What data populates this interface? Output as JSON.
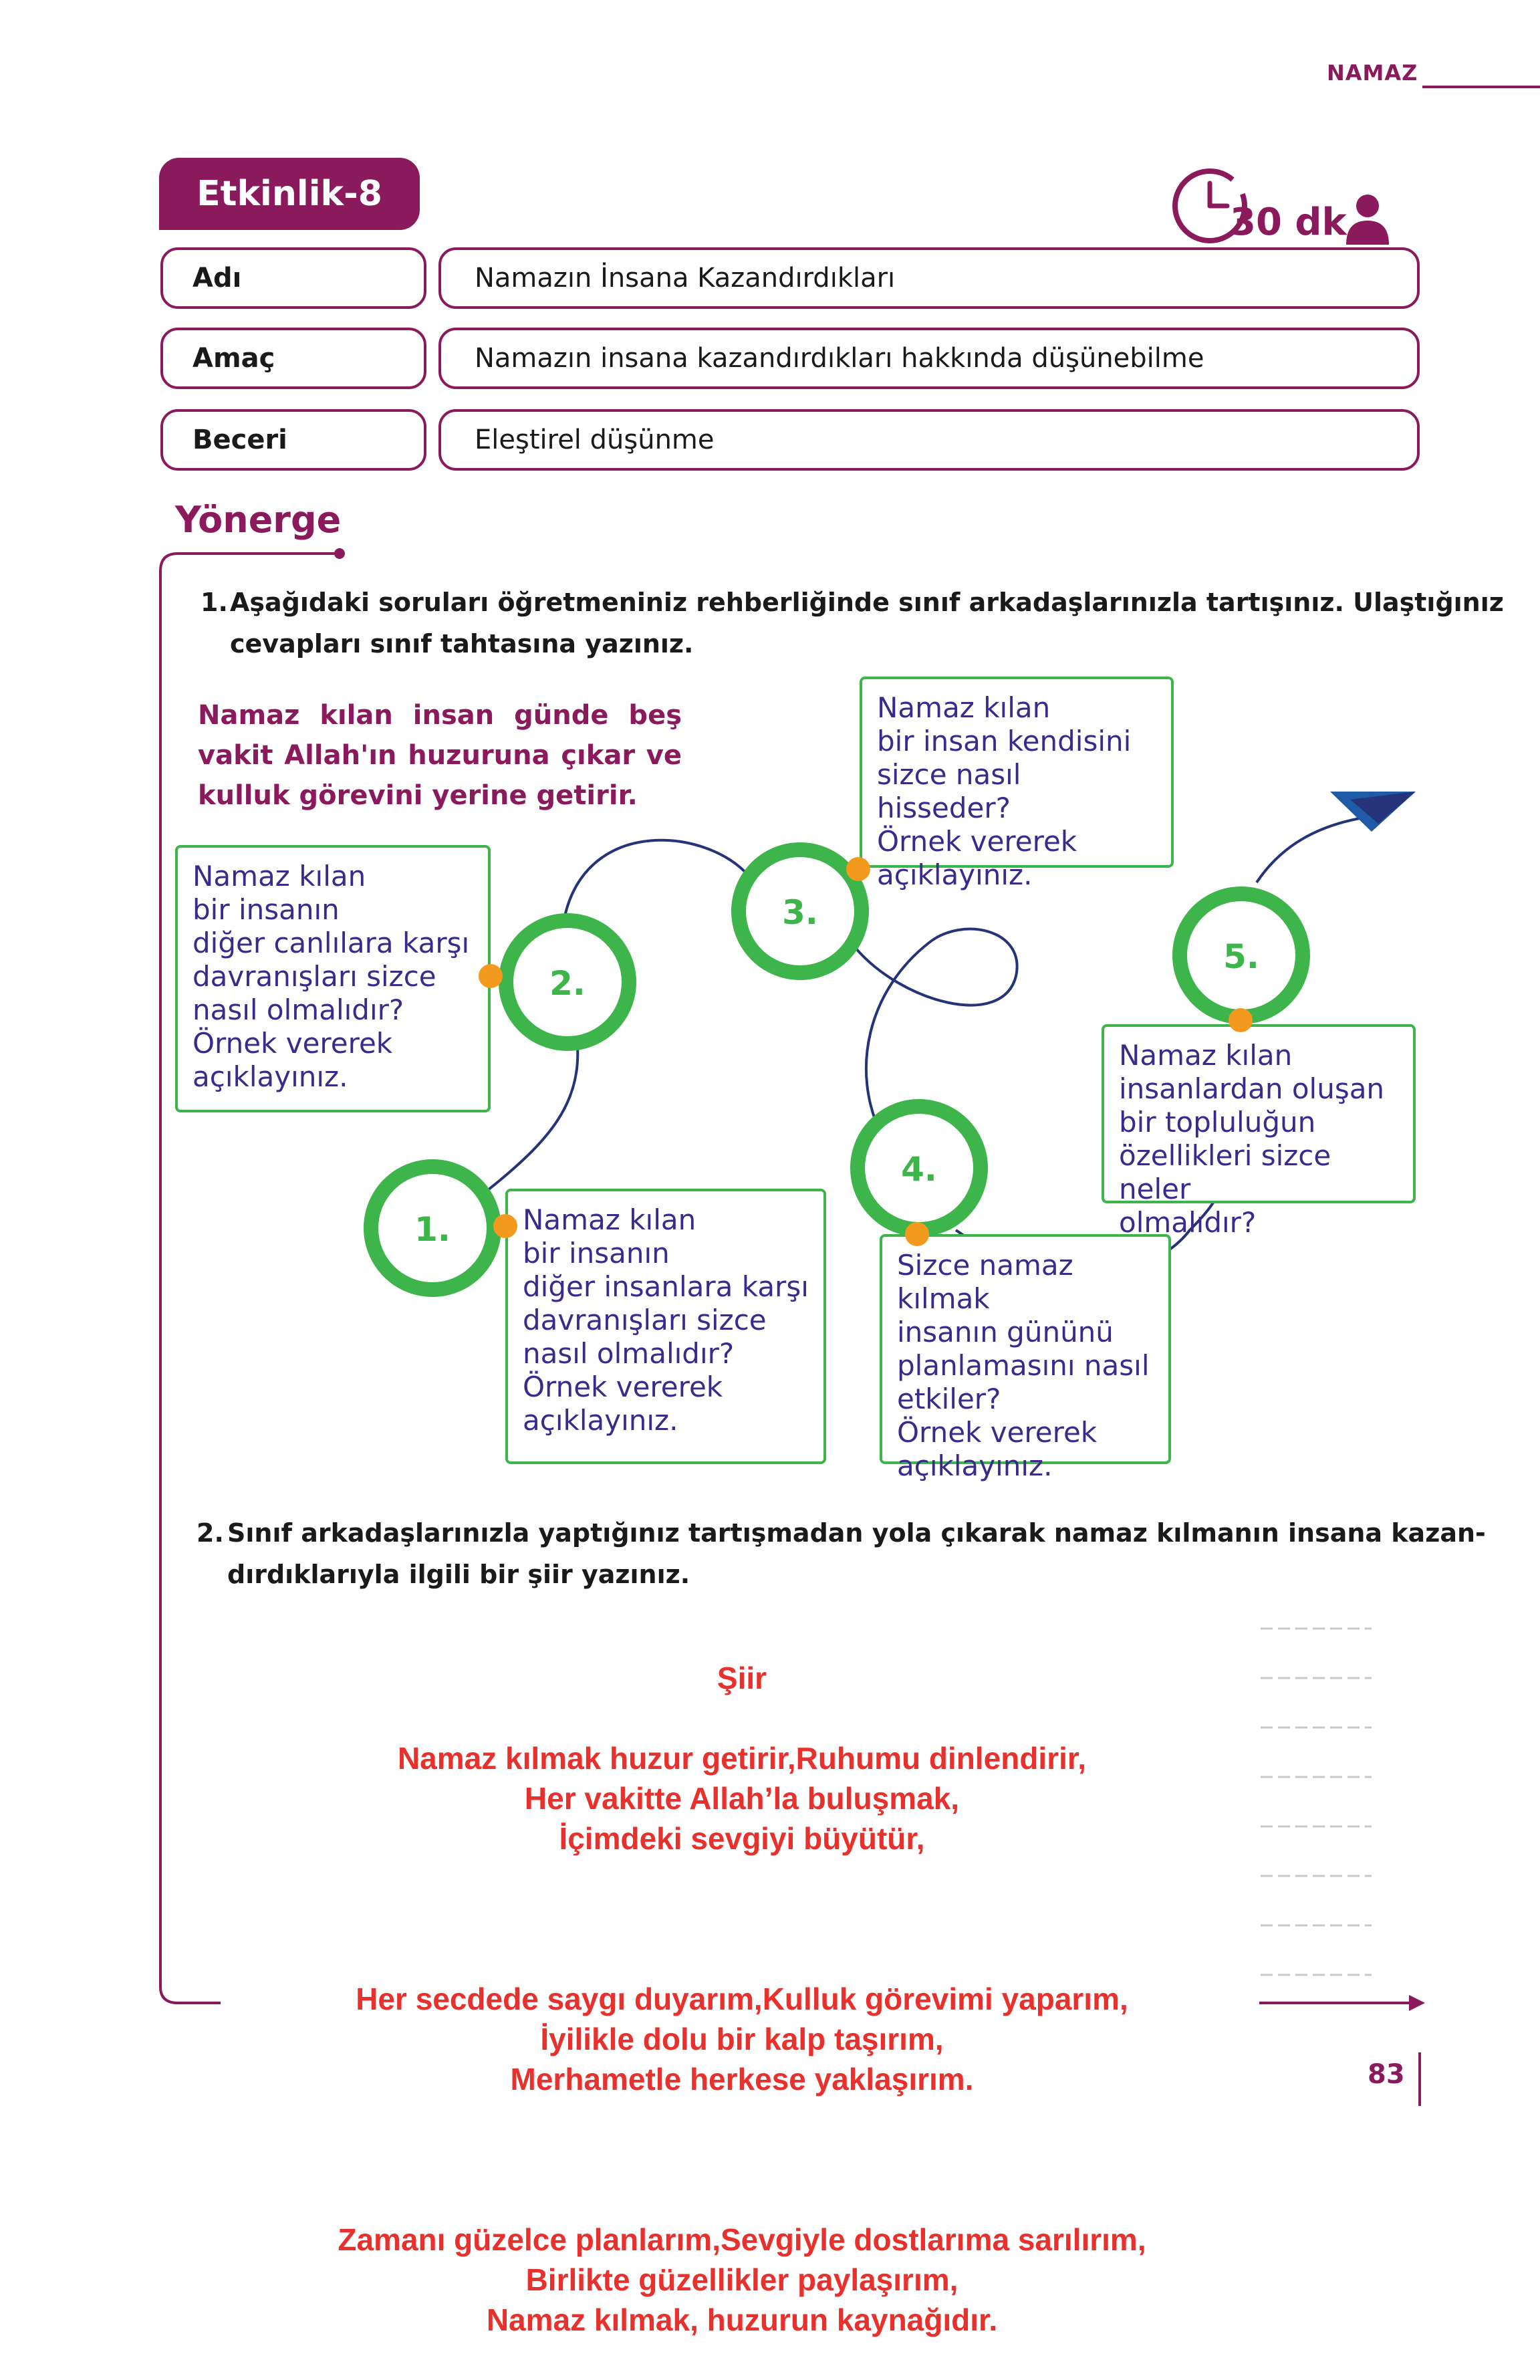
{
  "header": {
    "section": "NAMAZ"
  },
  "activity": {
    "title": "Etkinlik-8",
    "duration": "30 dk.",
    "rows": [
      {
        "label": "Adı",
        "value": "Namazın İnsana Kazandırdıkları"
      },
      {
        "label": "Amaç",
        "value": "Namazın insana kazandırdıkları hakkında düşünebilme"
      },
      {
        "label": "Beceri",
        "value": "Eleştirel düşünme"
      }
    ]
  },
  "instructions": {
    "heading": "Yönerge",
    "task1_num": "1.",
    "task1_line1": "Aşağıdaki soruları öğretmeniniz rehberliğinde sınıf arkadaşlarınızla tartışınız. Ulaştığınız",
    "task1_line2": "cevapları sınıf tahtasına yazınız.",
    "task2_num": "2.",
    "task2_line1": "Sınıf arkadaşlarınızla yaptığınız tartışmadan yola çıkarak namaz kılmanın insana kazan-",
    "task2_line2": "dırdıklarıyla ilgili bir şiir yazınız."
  },
  "diagram": {
    "intro": "Namaz kılan insan günde beş vakit Allah'ın huzuruna çıkar ve kulluk görevini yerine getirir.",
    "steps": [
      {
        "num": "1.",
        "text": "Namaz kılan\nbir insanın\ndiğer insanlara karşı\ndavranışları sizce\nnasıl olmalıdır?\nÖrnek vererek\naçıklayınız."
      },
      {
        "num": "2.",
        "text": "Namaz kılan\nbir insanın\ndiğer canlılara karşı\ndavranışları sizce\nnasıl olmalıdır?\nÖrnek vererek\naçıklayınız."
      },
      {
        "num": "3.",
        "text": "Namaz kılan\nbir insan kendisini\nsizce nasıl hisseder?\nÖrnek vererek\naçıklayınız."
      },
      {
        "num": "4.",
        "text": "Sizce namaz kılmak\ninsanın gününü\nplanlamasını nasıl\netkiler?\nÖrnek vererek\naçıklayınız."
      },
      {
        "num": "5.",
        "text": "Namaz kılan\ninsanlardan oluşan\nbir topluluğun\nözellikleri sizce neler\nolmalıdır?"
      }
    ]
  },
  "poem": {
    "title": "Şiir",
    "stanza1": "Namaz kılmak huzur getirir,Ruhumu dinlendirir,\nHer vakitte Allah’la buluşmak,\nİçimdeki sevgiyi büyütür,",
    "stanza2": "Her secdede saygı duyarım,Kulluk görevimi yaparım,\nİyilikle dolu bir kalp taşırım,\nMerhametle herkese yaklaşırım.",
    "stanza3": "Zamanı güzelce planlarım,Sevgiyle dostlarıma sarılırım,\nBirlikte güzellikler paylaşırım,\nNamaz kılmak, huzurun kaynağıdır."
  },
  "footer": {
    "page_number": "83"
  },
  "colors": {
    "brand": "#8b1a5c",
    "green": "#3db54a",
    "question": "#3b2a8c",
    "dot": "#f39a1e",
    "poem": "#e8312c",
    "path": "#24337a"
  }
}
